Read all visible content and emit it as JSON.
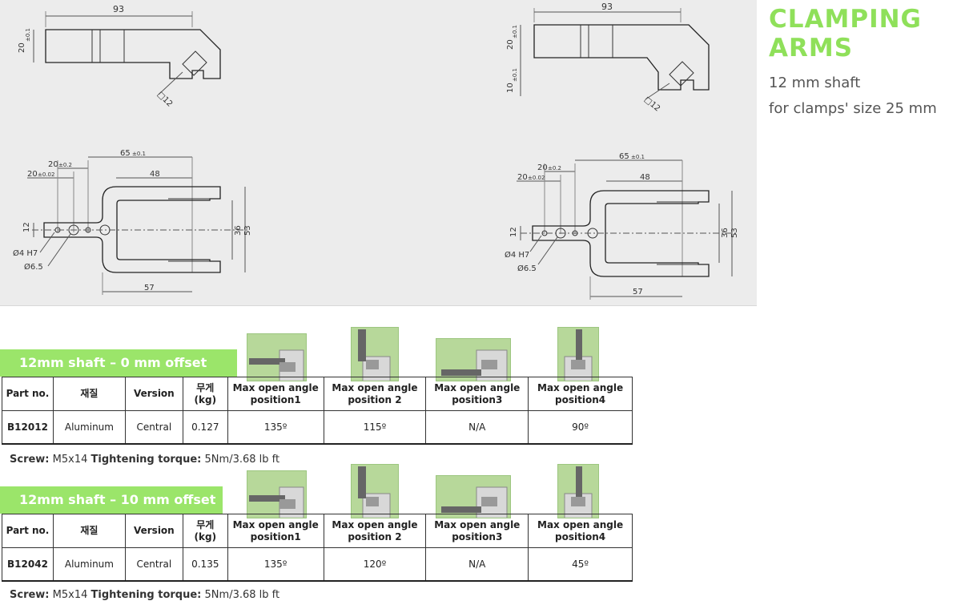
{
  "title": {
    "line1": "CLAMPING",
    "line2": "ARMS"
  },
  "subtitle": {
    "line1": "12 mm shaft",
    "line2": "for clamps' size 25 mm"
  },
  "drawings": {
    "left_top": {
      "length": "93",
      "height": "20",
      "height_tol": "±0.1",
      "square": "□12"
    },
    "right_top": {
      "length": "93",
      "height": "20",
      "height_tol": "±0.1",
      "offset": "10",
      "offset_tol": "±0.1",
      "square": "□12"
    },
    "plan": {
      "dim_65": "65",
      "dim_65_tol": "±0.1",
      "dim_20a": "20",
      "dim_20a_tol": "±0.2",
      "dim_20b": "20",
      "dim_20b_tol": "±0.02",
      "dim_48": "48",
      "dim_12": "12",
      "dim_36": "36",
      "dim_53": "53",
      "dim_57": "57",
      "hole_small": "Ø4 H7",
      "hole_large": "Ø6.5"
    }
  },
  "sections": [
    {
      "banner": "12mm shaft – 0 mm offset",
      "headers": [
        "Part no.",
        "재질",
        "Version",
        "무게\n(kg)",
        "Max open angle\nposition1",
        "Max open angle\nposition 2",
        "Max open angle\nposition3",
        "Max open angle\nposition4"
      ],
      "row": [
        "B12012",
        "Aluminum",
        "Central",
        "0.127",
        "135º",
        "115º",
        "N/A",
        "90º"
      ],
      "screw_label": "Screw:",
      "screw_value": "M5x14",
      "torque_label": "Tightening torque:",
      "torque_value": "5Nm/3.68 lb ft"
    },
    {
      "banner": "12mm shaft – 10 mm offset",
      "headers": [
        "Part no.",
        "재질",
        "Version",
        "무게\n(kg)",
        "Max open angle\nposition1",
        "Max open angle\nposition 2",
        "Max open angle\nposition3",
        "Max open angle\nposition4"
      ],
      "row": [
        "B12042",
        "Aluminum",
        "Central",
        "0.135",
        "135º",
        "120º",
        "N/A",
        "45º"
      ],
      "screw_label": "Screw:",
      "screw_value": "M5x14",
      "torque_label": "Tightening torque:",
      "torque_value": "5Nm/3.68 lb ft"
    }
  ],
  "colors": {
    "accent": "#8fe05a",
    "banner": "#9be56a",
    "panel": "#ececec"
  }
}
